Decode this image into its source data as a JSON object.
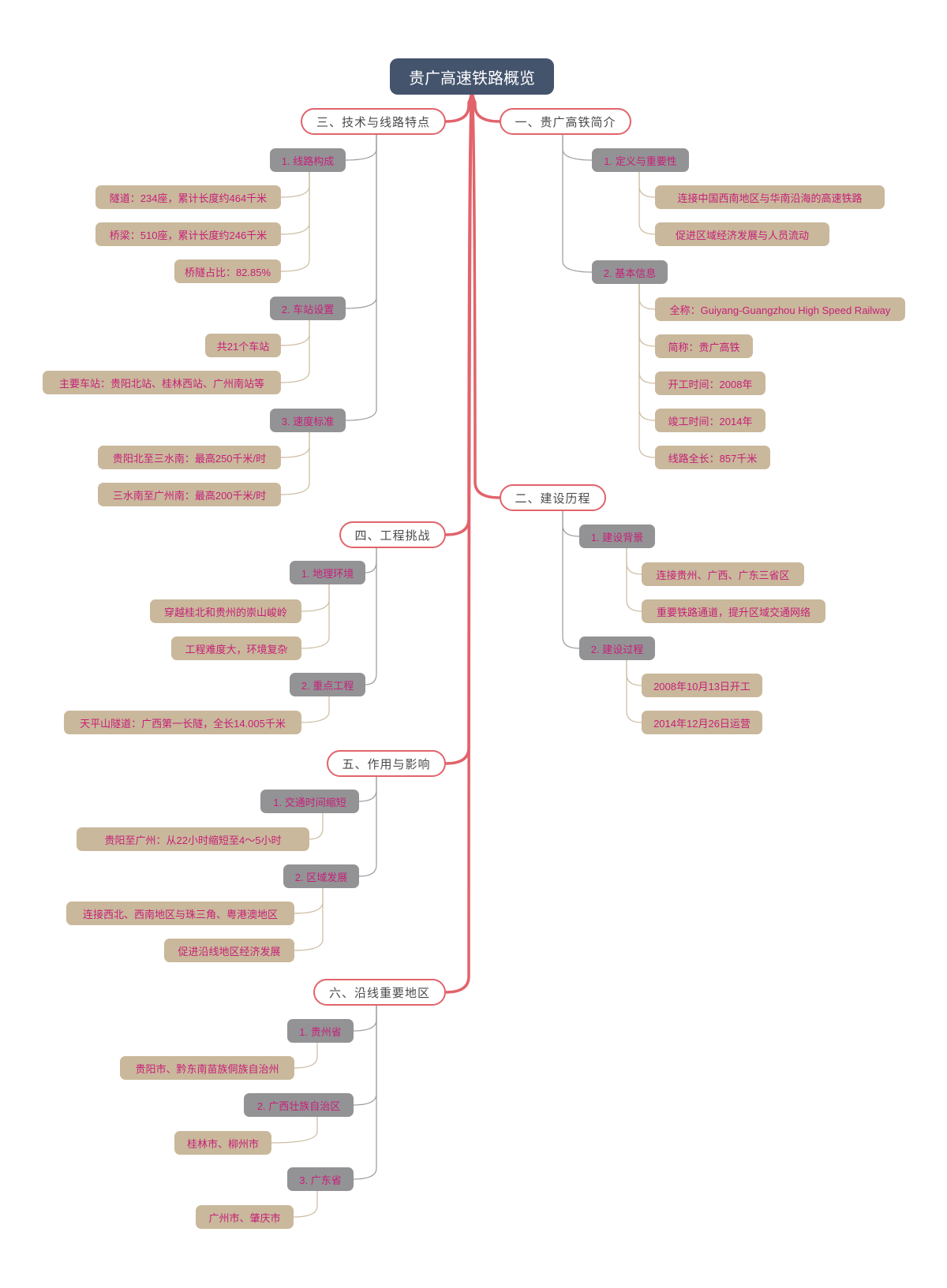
{
  "root": "贵广高速铁路概览",
  "colors": {
    "root_bg": "#44546d",
    "main_link": "#e2636b",
    "sub_bg": "#939395",
    "leaf_bg": "#c9b89b",
    "text_accent": "#c81e7a",
    "sub_link": "#9a9a9a",
    "leaf_link": "#cbbb9f"
  },
  "branches": [
    {
      "title": "一、贵广高铁简介",
      "subs": [
        {
          "title": "1. 定义与重要性",
          "leaves": [
            "连接中国西南地区与华南沿海的高速铁路",
            "促进区域经济发展与人员流动"
          ]
        },
        {
          "title": "2. 基本信息",
          "leaves": [
            "全称：Guiyang-Guangzhou High Speed Railway",
            "简称：贵广高铁",
            "开工时间：2008年",
            "竣工时间：2014年",
            "线路全长：857千米"
          ]
        }
      ]
    },
    {
      "title": "二、建设历程",
      "subs": [
        {
          "title": "1. 建设背景",
          "leaves": [
            "连接贵州、广西、广东三省区",
            "重要铁路通道，提升区域交通网络"
          ]
        },
        {
          "title": "2. 建设过程",
          "leaves": [
            "2008年10月13日开工",
            "2014年12月26日运营"
          ]
        }
      ]
    },
    {
      "title": "三、技术与线路特点",
      "subs": [
        {
          "title": "1. 线路构成",
          "leaves": [
            "隧道：234座，累计长度约464千米",
            "桥梁：510座，累计长度约246千米",
            "桥隧占比：82.85%"
          ]
        },
        {
          "title": "2. 车站设置",
          "leaves": [
            "共21个车站",
            "主要车站：贵阳北站、桂林西站、广州南站等"
          ]
        },
        {
          "title": "3. 速度标准",
          "leaves": [
            "贵阳北至三水南：最高250千米/时",
            "三水南至广州南：最高200千米/时"
          ]
        }
      ]
    },
    {
      "title": "四、工程挑战",
      "subs": [
        {
          "title": "1. 地理环境",
          "leaves": [
            "穿越桂北和贵州的崇山峻岭",
            "工程难度大，环境复杂"
          ]
        },
        {
          "title": "2. 重点工程",
          "leaves": [
            "天平山隧道：广西第一长隧，全长14.005千米"
          ]
        }
      ]
    },
    {
      "title": "五、作用与影响",
      "subs": [
        {
          "title": "1. 交通时间缩短",
          "leaves": [
            "贵阳至广州：从22小时缩短至4～5小时"
          ]
        },
        {
          "title": "2. 区域发展",
          "leaves": [
            "连接西北、西南地区与珠三角、粤港澳地区",
            "促进沿线地区经济发展"
          ]
        }
      ]
    },
    {
      "title": "六、沿线重要地区",
      "subs": [
        {
          "title": "1. 贵州省",
          "leaves": [
            "贵阳市、黔东南苗族侗族自治州"
          ]
        },
        {
          "title": "2. 广西壮族自治区",
          "leaves": [
            "桂林市、柳州市"
          ]
        },
        {
          "title": "3. 广东省",
          "leaves": [
            "广州市、肇庆市"
          ]
        }
      ]
    }
  ]
}
